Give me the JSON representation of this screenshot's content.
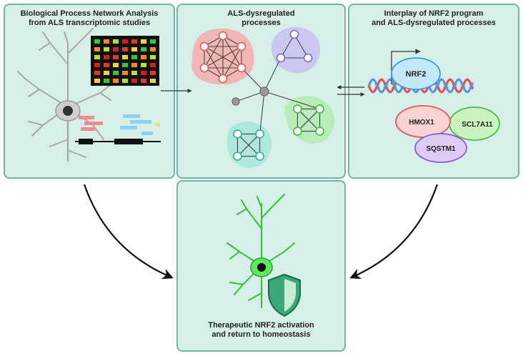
{
  "panels": {
    "analysis": {
      "title_line1": "Biological Process Network Analysis",
      "title_line2": "from ALS transcriptomic studies"
    },
    "processes": {
      "title_line1": "ALS-dysregulated",
      "title_line2": "processes"
    },
    "interplay": {
      "title_line1": "Interplay of NRF2 program",
      "title_line2": "and ALS-dysregulated processes"
    },
    "therapy": {
      "title_line1": "Therapeutic NRF2 activation",
      "title_line2": "and return to homeostasis"
    }
  },
  "genes": {
    "nrf2": "NRF2",
    "hmox1": "HMOX1",
    "slc7a11": "SCL7A11",
    "sqstm1": "SQSTM1"
  },
  "colors": {
    "panel_fill": "#d6efe8",
    "panel_border": "#6fb7a4",
    "cluster_red": "#f2b7b4",
    "cluster_purple": "#c9c8ef",
    "cluster_green": "#b9ecb9",
    "cluster_teal": "#aee8dc",
    "neuron_green": "#35e035",
    "dna_red": "#e05050",
    "dna_blue": "#5a8fe6"
  }
}
